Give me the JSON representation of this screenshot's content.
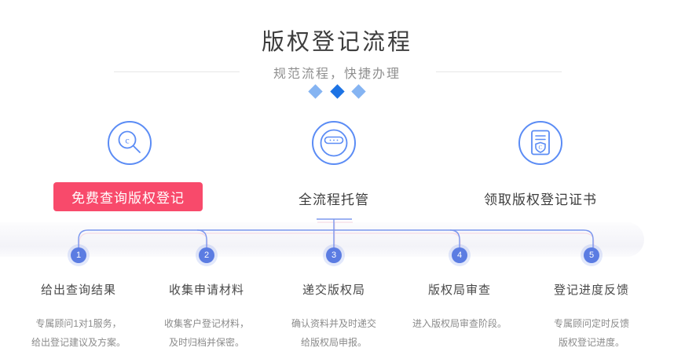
{
  "header": {
    "title": "版权登记流程",
    "subtitle": "规范流程，快捷办理"
  },
  "features": [
    {
      "icon": "copyright-search-icon",
      "label": "免费查询版权登记",
      "lens_letter": "c"
    },
    {
      "icon": "agent-icon",
      "label": "全流程托管"
    },
    {
      "icon": "certificate-icon",
      "label": "领取版权登记证书",
      "shield_letter": "C"
    }
  ],
  "steps": [
    {
      "number": "1",
      "title": "给出查询结果",
      "desc1": "专属顾问1对1服务，",
      "desc2": "给出登记建议及方案。"
    },
    {
      "number": "2",
      "title": "收集申请材料",
      "desc1": "收集客户登记材料，",
      "desc2": "及时归档并保密。"
    },
    {
      "number": "3",
      "title": "递交版权局",
      "desc1": "确认资料并及时递交",
      "desc2": "给版权局申报。"
    },
    {
      "number": "4",
      "title": "版权局审查",
      "desc1": "进入版权局审查阶段。",
      "desc2": ""
    },
    {
      "number": "5",
      "title": "登记进度反馈",
      "desc1": "专属顾问定时反馈",
      "desc2": "版权登记进度。"
    }
  ],
  "colors": {
    "icon_blue": "#5b8cf5",
    "node_blue": "#5b7ce2",
    "line_blue": "#7b97ee",
    "line_pink_echo": "#f5dce6",
    "button_pink": "#f84a6b",
    "diamond_light": "#85b4f2",
    "diamond_dark": "#1d73e4"
  }
}
